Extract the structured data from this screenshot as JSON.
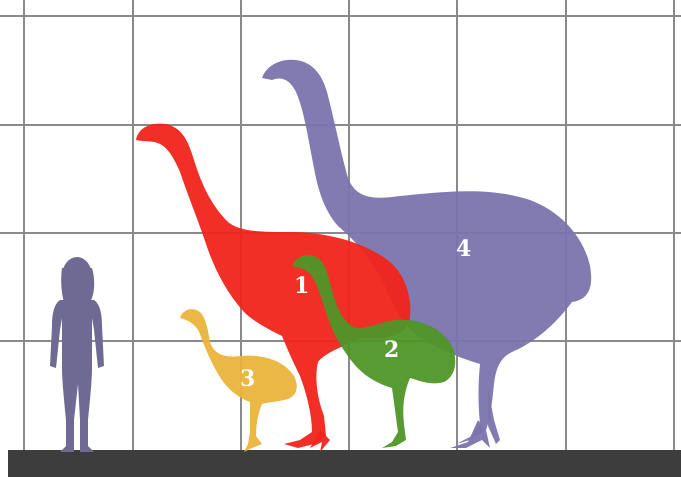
{
  "labels": {
    "bird1": "1",
    "bird2": "2",
    "bird3": "3",
    "bird4": "4"
  },
  "colors": {
    "background": "#ffffff",
    "grid": "#8a8a8a",
    "ground": "#3d3d3d",
    "human": "#6f6a93",
    "bird1": "#f0241b",
    "bird2": "#4f9628",
    "bird3": "#ebb43b",
    "bird4": "#7a74ad",
    "label": "#ffffff"
  }
}
